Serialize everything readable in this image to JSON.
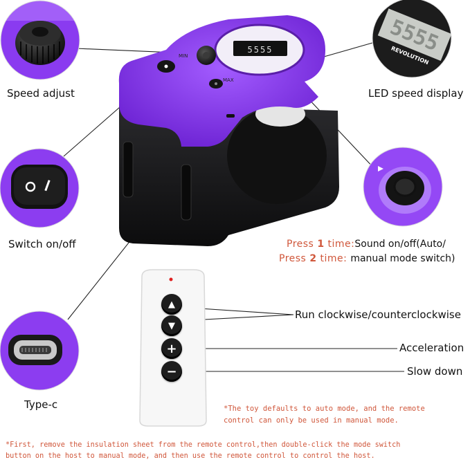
{
  "features": {
    "speed_adjust": "Speed adjust",
    "led_speed_display": "LED speed display",
    "switch_on_off": "Switch on/off",
    "type_c": "Type-c"
  },
  "led_panel": {
    "digits": "5555",
    "brand": "REVOLUTION"
  },
  "device": {
    "dial_max": "MAX",
    "dial_min": "MIN"
  },
  "mode_button_instructions": {
    "line1_prefix": "Press",
    "line1_count": "1",
    "line1_unit": "time:",
    "line1_action": "Sound on/off(Auto/",
    "line2_prefix": "Press",
    "line2_count": "2",
    "line2_unit": "time:",
    "line2_action": "manual mode switch)"
  },
  "remote_functions": {
    "rotate": "Run clockwise/counterclockwise",
    "accelerate": "Acceleration",
    "decelerate": "Slow down"
  },
  "remote_buttons": {
    "up": "▲",
    "down": "▼",
    "plus": "+",
    "minus": "−"
  },
  "notes": {
    "default_mode_line1": "*The toy defaults to auto mode, and the remote",
    "default_mode_line2": "control can only be used in manual mode.",
    "instructions_line1": "*First, remove the insulation sheet from the remote control,then double-click the mode switch",
    "instructions_line2": "button on the host to manual mode, and then use the remote control to control the host."
  },
  "colors": {
    "purple": "#8c3df0",
    "purple_dark": "#6a22c8",
    "black": "#1b1b1d",
    "accent_red": "#d0573b"
  }
}
